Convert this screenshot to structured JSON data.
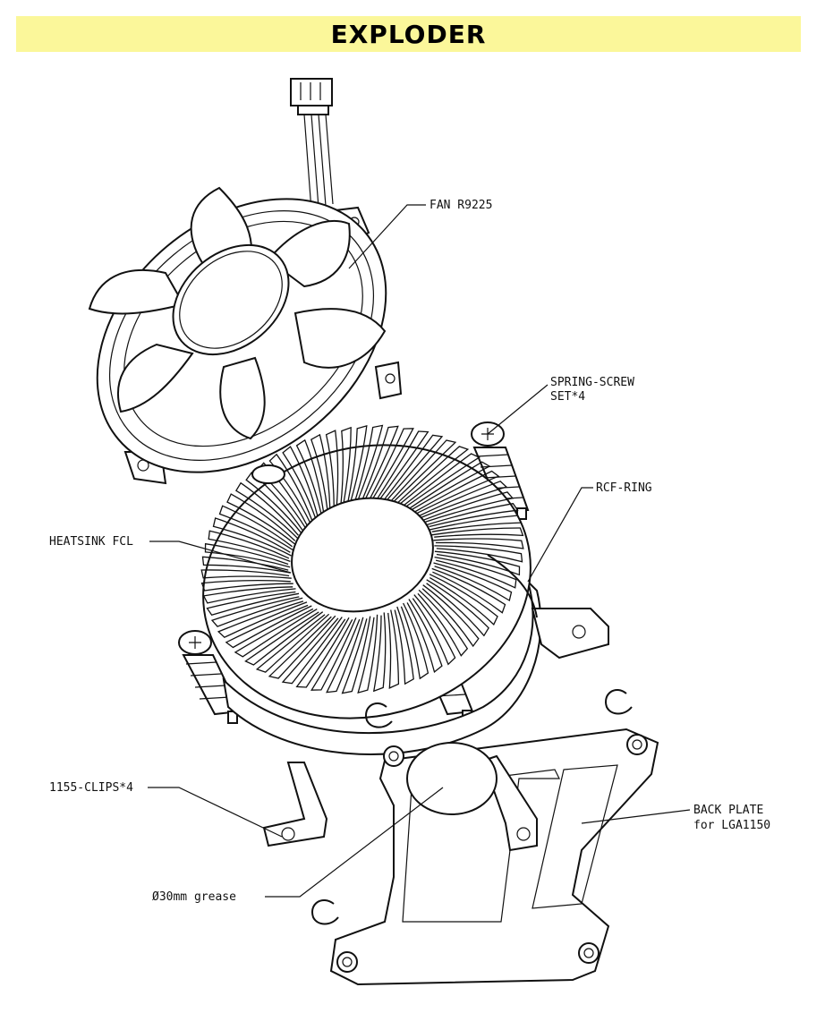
{
  "title": "EXPLODER",
  "labels": {
    "fan": "FAN R9225",
    "spring_screw_line1": "SPRING-SCREW",
    "spring_screw_line2": "SET*4",
    "rcf_ring": "RCF-RING",
    "heatsink": "HEATSINK FCL",
    "clips": "1155-CLIPS*4",
    "back_plate_line1": "BACK PLATE",
    "back_plate_line2": "for LGA1150",
    "grease": "Ø30mm grease"
  }
}
